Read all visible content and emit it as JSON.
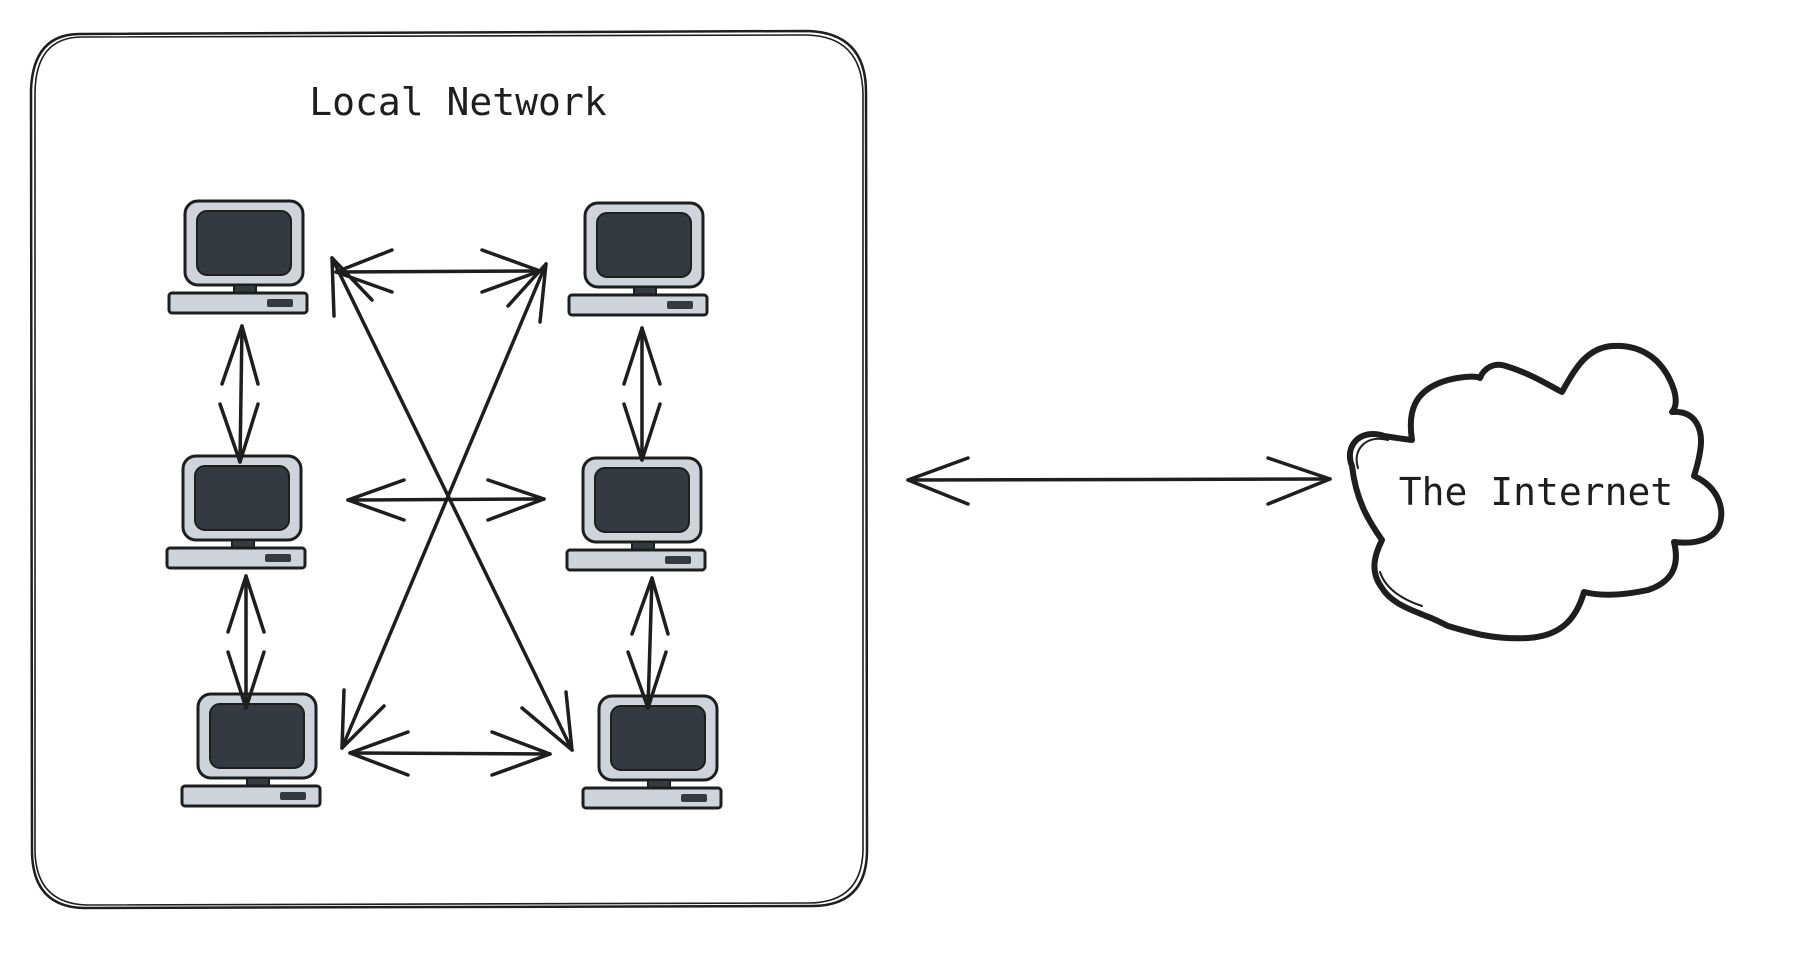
{
  "diagram": {
    "local_network_label": "Local Network",
    "internet_label": "The Internet",
    "icons": {
      "computer": "computer-icon",
      "cloud": "cloud-icon",
      "arrow": "bidirectional-arrow"
    },
    "colors": {
      "ink": "#1e1e1e",
      "screen": "#343a40",
      "casing": "#ced4da",
      "background": "#ffffff"
    }
  }
}
